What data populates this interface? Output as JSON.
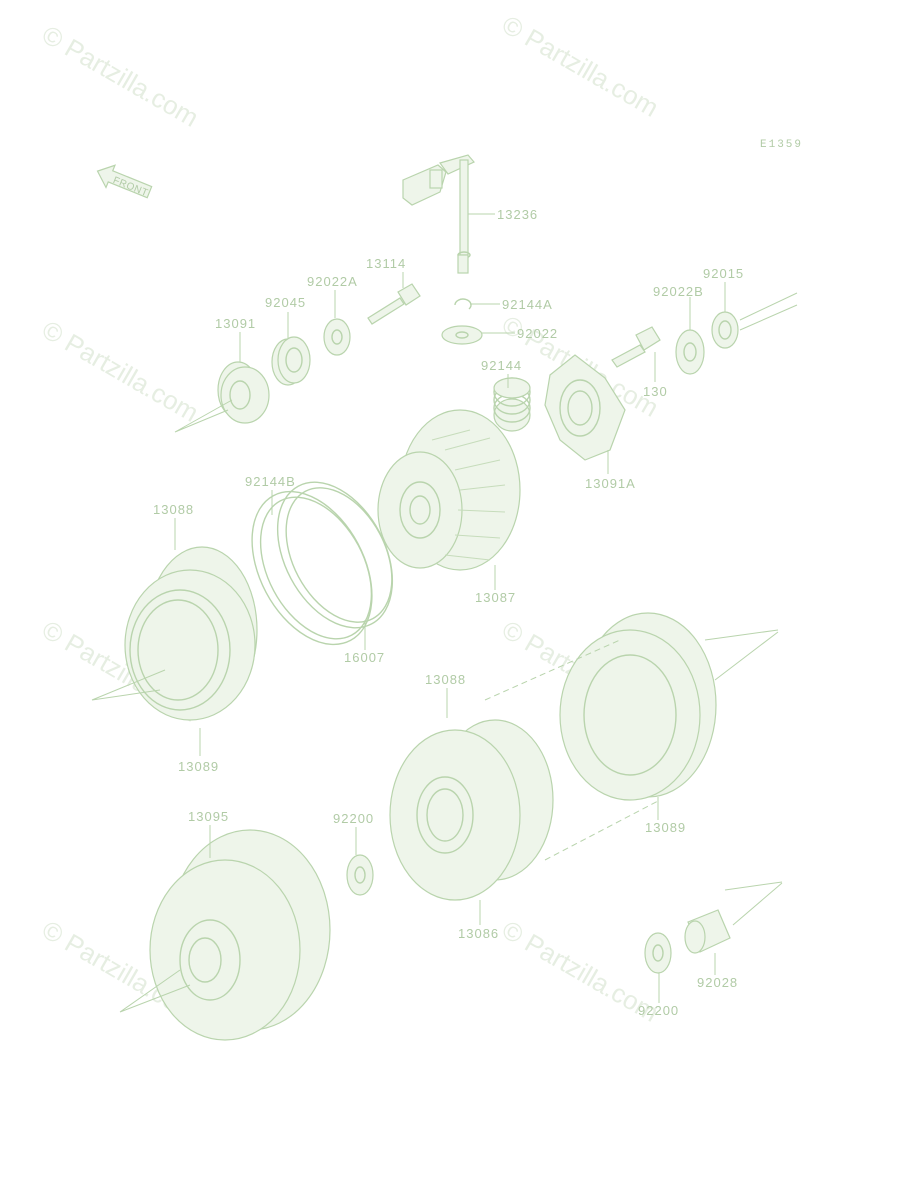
{
  "diagram_code": "E1359",
  "watermark": "© Partzilla.com",
  "front_label": "FRONT",
  "parts": [
    {
      "id": "13236",
      "label": "13236"
    },
    {
      "id": "13114",
      "label": "13114"
    },
    {
      "id": "92022A",
      "label": "92022A"
    },
    {
      "id": "92045",
      "label": "92045"
    },
    {
      "id": "13091",
      "label": "13091"
    },
    {
      "id": "92144A",
      "label": "92144A"
    },
    {
      "id": "92022",
      "label": "92022"
    },
    {
      "id": "92022B",
      "label": "92022B"
    },
    {
      "id": "92015",
      "label": "92015"
    },
    {
      "id": "130",
      "label": "130"
    },
    {
      "id": "92144",
      "label": "92144"
    },
    {
      "id": "13091A",
      "label": "13091A"
    },
    {
      "id": "92144B",
      "label": "92144B"
    },
    {
      "id": "13088-upper",
      "label": "13088"
    },
    {
      "id": "13087",
      "label": "13087"
    },
    {
      "id": "16007",
      "label": "16007"
    },
    {
      "id": "13089-left",
      "label": "13089"
    },
    {
      "id": "13088-lower",
      "label": "13088"
    },
    {
      "id": "13089-right",
      "label": "13089"
    },
    {
      "id": "13095",
      "label": "13095"
    },
    {
      "id": "92200-upper",
      "label": "92200"
    },
    {
      "id": "13086",
      "label": "13086"
    },
    {
      "id": "92200-lower",
      "label": "92200"
    },
    {
      "id": "92028",
      "label": "92028"
    }
  ]
}
